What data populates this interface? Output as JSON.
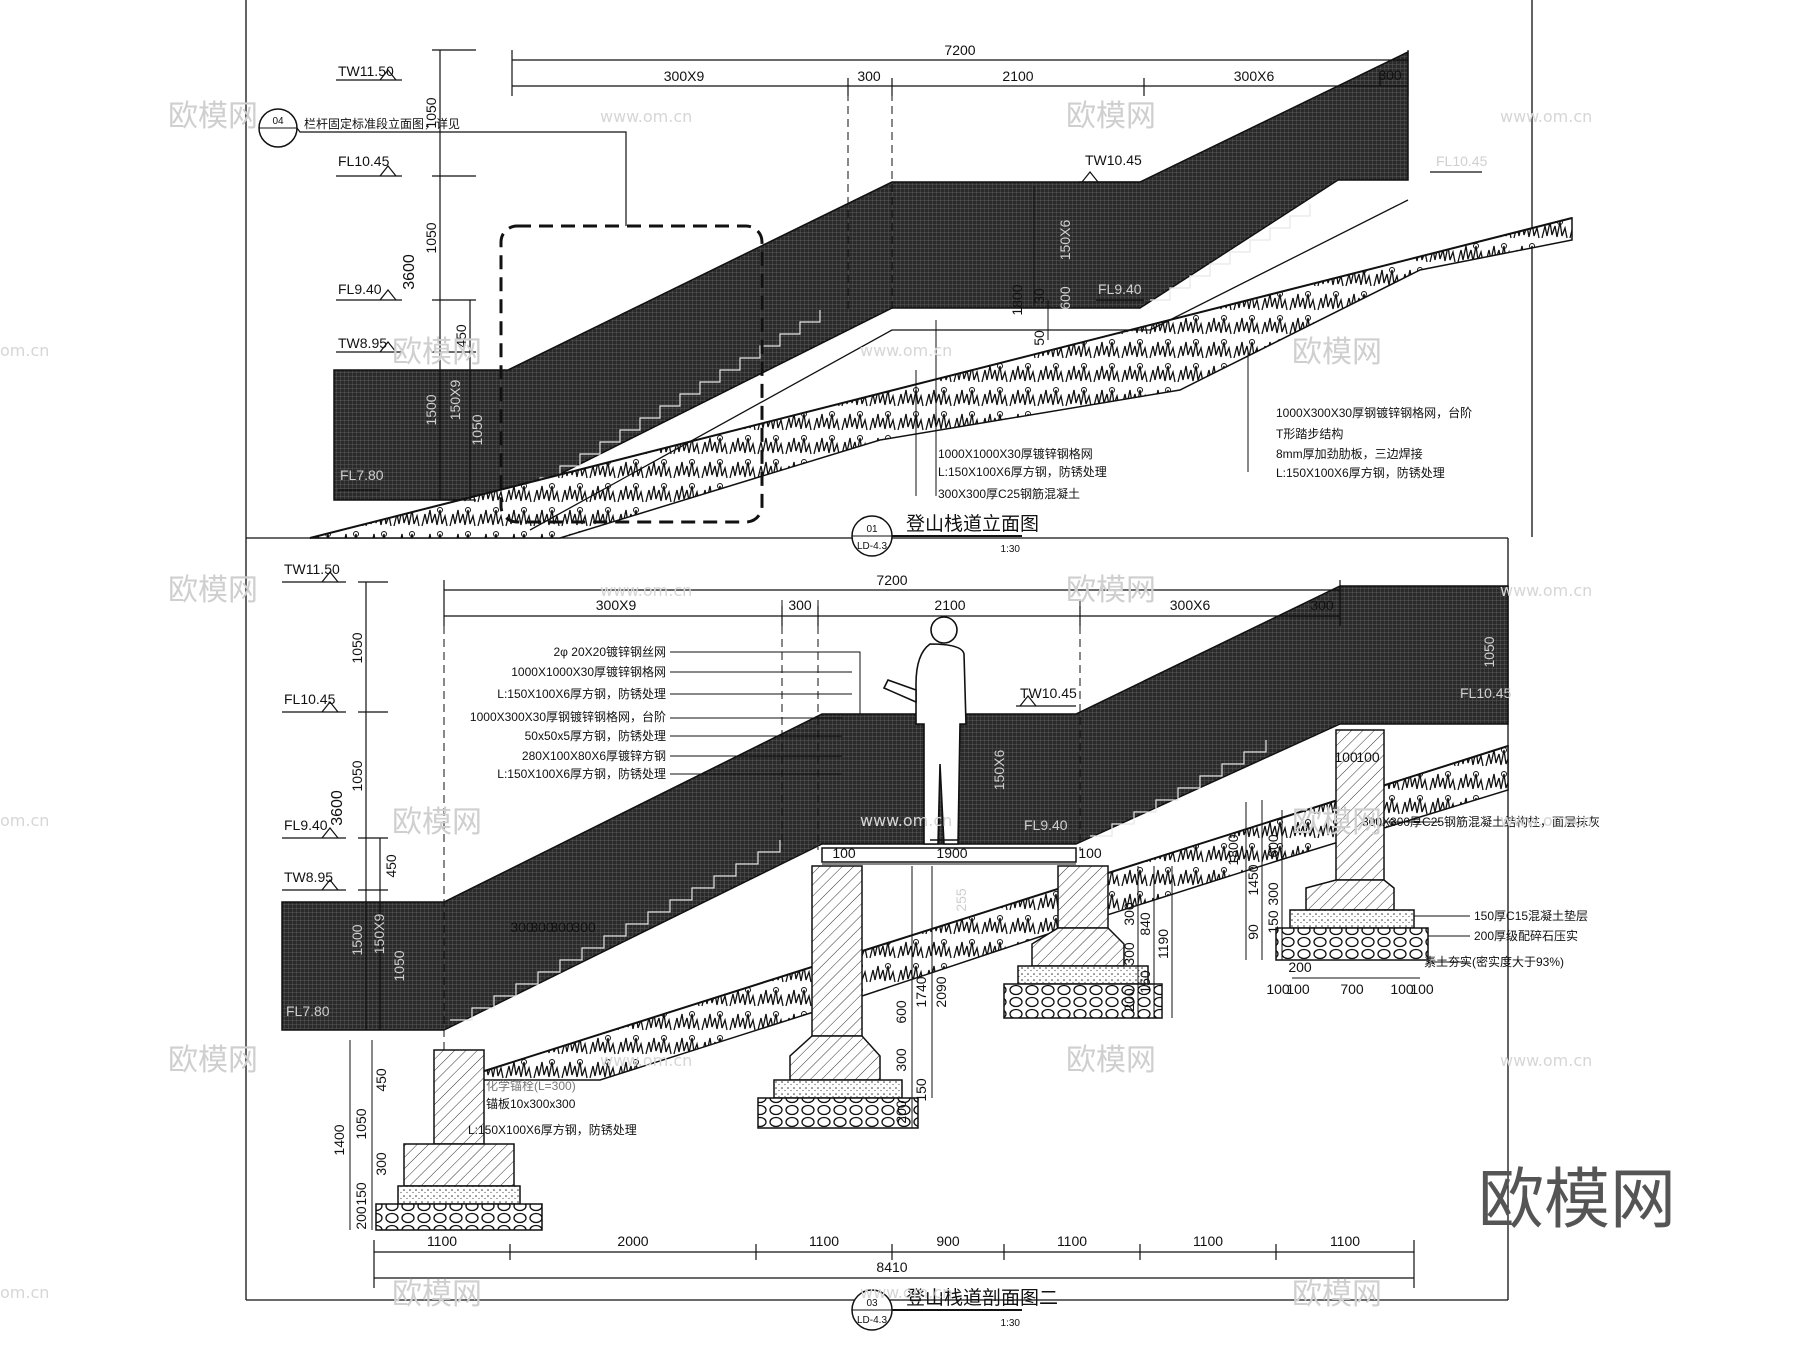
{
  "elevation": {
    "title": "登山栈道立面图",
    "tag": {
      "num": "01",
      "sheet": "LD-4.3"
    },
    "scale": "1:30",
    "callout": {
      "num": "04",
      "note": "栏杆固定标准段立面图，详见"
    },
    "total_dim": "7200",
    "seg_dims": [
      "300X9",
      "300",
      "2100",
      "300X6"
    ],
    "right_end_dim": "300",
    "vert_dims": [
      "1050",
      "1050",
      "3600",
      "450",
      "1500",
      "150X9",
      "1050"
    ],
    "levels": {
      "tw1150": "TW11.50",
      "fl1045": "FL10.45",
      "fl940": "FL9.40",
      "tw895": "TW8.95",
      "tw1045": "TW10.45",
      "fl780": "FL7.80",
      "fl940b": "FL9.40",
      "fl1045b": "FL10.45"
    },
    "rail_dims": [
      "150X6",
      "1800",
      "30",
      "50",
      "600"
    ],
    "notes_left": [
      "1000X1000X30厚镀锌钢格网",
      "L:150X100X6厚方钢，防锈处理",
      "300X300厚C25钢筋混凝土"
    ],
    "notes_right": [
      "1000X300X30厚钢镀锌钢格网，台阶",
      "T形踏步结构",
      "8mm厚加劲肋板，三边焊接",
      "L:150X100X6厚方钢，防锈处理"
    ]
  },
  "section": {
    "title": "登山栈道剖面图二",
    "tag": {
      "num": "03",
      "sheet": "LD-4.3"
    },
    "scale": "1:30",
    "total_dim": "7200",
    "seg_dims": [
      "300X9",
      "300",
      "2100",
      "300X6"
    ],
    "right_end_dim": "300",
    "levels": {
      "tw1150": "TW11.50",
      "fl1045": "FL10.45",
      "fl940": "FL9.40",
      "tw895": "TW8.95",
      "tw1045": "TW10.45",
      "fl780": "FL7.80",
      "fl940b": "FL9.40",
      "fl1045b": "FL10.45"
    },
    "vert_dims_left": [
      "1050",
      "1050",
      "3600",
      "450",
      "1500",
      "150X9",
      "1050"
    ],
    "notes_left": [
      "2φ 20X20镀锌钢丝网",
      "1000X1000X30厚镀锌钢格网",
      "L:150X100X6厚方钢，防锈处理",
      "1000X300X30厚钢镀锌钢格网，台阶",
      "50x50x5厚方钢，防锈处理",
      "280X100X80X6厚镀锌方钢",
      "L:150X100X6厚方钢，防锈处理"
    ],
    "rail_height": "150X6",
    "rail_right_dim": "1050",
    "deck_dims": [
      "100",
      "1900",
      "100"
    ],
    "pier_top_dims": [
      "100",
      "100"
    ],
    "pier_notes": [
      "300X300厚C25钢筋混凝土结构柱，面层抹灰",
      "150厚C15混凝土垫层",
      "200厚级配碎石压实",
      "素土夯实(密实度大于93%)"
    ],
    "pier_r_dims": [
      "1800",
      "1450",
      "600",
      "300",
      "90",
      "150"
    ],
    "pier_r_bottom": [
      "100",
      "100",
      "700",
      "100",
      "100"
    ],
    "pier_r_small": "200",
    "mid_dims": [
      "1740",
      "2090",
      "600",
      "300",
      "200",
      "150",
      "255"
    ],
    "mid_right_dims": [
      "300",
      "840",
      "1190",
      "300",
      "200",
      "150"
    ],
    "pier_left_notes": [
      "化学锚栓(L=300)",
      "锚板10x300x300",
      "L:150X100X6厚方钢，防锈处理"
    ],
    "left_dims": [
      "450",
      "1050",
      "1400",
      "300",
      "200",
      "150"
    ],
    "stair_dims": [
      "300",
      "300",
      "300",
      "300"
    ],
    "bottom_dims": [
      "1100",
      "2000",
      "1100",
      "900",
      "1100",
      "1100",
      "1100"
    ],
    "bottom_total": "8410"
  },
  "watermark": {
    "text": "欧模网",
    "url": "www.om.cn",
    "url_short": "om.cn"
  }
}
